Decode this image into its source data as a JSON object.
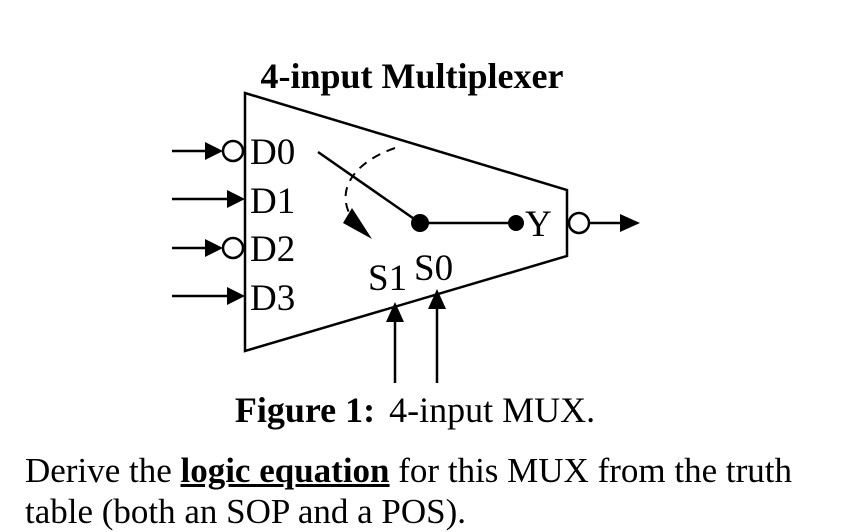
{
  "diagram": {
    "title": "4-input Multiplexer",
    "inputs": [
      {
        "label": "D0",
        "inverted": true
      },
      {
        "label": "D1",
        "inverted": false
      },
      {
        "label": "D2",
        "inverted": true
      },
      {
        "label": "D3",
        "inverted": false
      }
    ],
    "select_labels": [
      "S1",
      "S0"
    ],
    "output": {
      "label": "Y",
      "inverted": true
    }
  },
  "caption": {
    "figure_label": "Figure 1:",
    "text": "4-input MUX."
  },
  "question": {
    "prefix": "Derive the ",
    "emphasis": "logic equation",
    "suffix": " for this MUX from the truth table (both an SOP and a POS)."
  }
}
